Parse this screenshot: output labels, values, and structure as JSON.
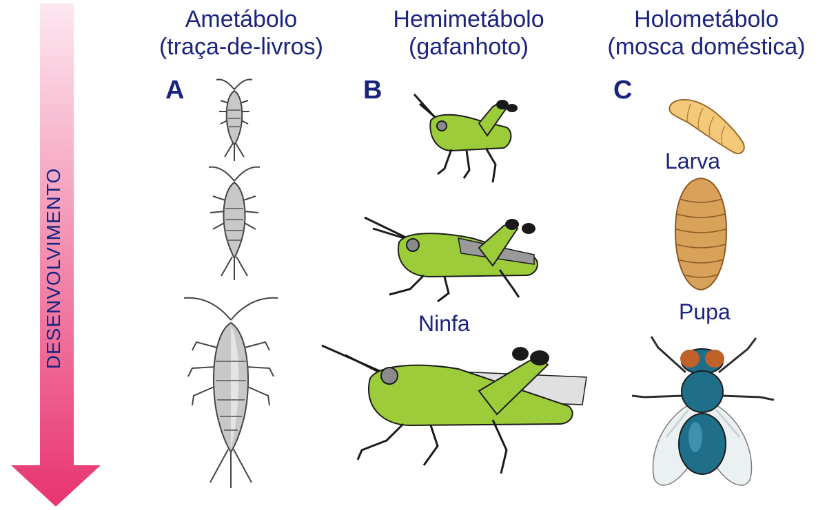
{
  "axis": {
    "label": "DESENVOLVIMENTO"
  },
  "columns": [
    {
      "letter": "A",
      "title": "Ametábolo",
      "subtitle": "(traça-de-livros)"
    },
    {
      "letter": "B",
      "title": "Hemimetábolo",
      "subtitle": "(gafanhoto)"
    },
    {
      "letter": "C",
      "title": "Holometábolo",
      "subtitle": "(mosca doméstica)"
    }
  ],
  "stages": {
    "nymph": "Ninfa",
    "larva": "Larva",
    "pupa": "Pupa"
  },
  "colors": {
    "arrow_top": "#fde4ef",
    "arrow_bottom": "#e8336f",
    "text": "#1a237e",
    "silverfish": "#c8c8c8",
    "grasshopper": "#9ccc3a",
    "larva": "#f5c97a",
    "pupa": "#d9a25a",
    "fly": "#1f6f8b"
  }
}
